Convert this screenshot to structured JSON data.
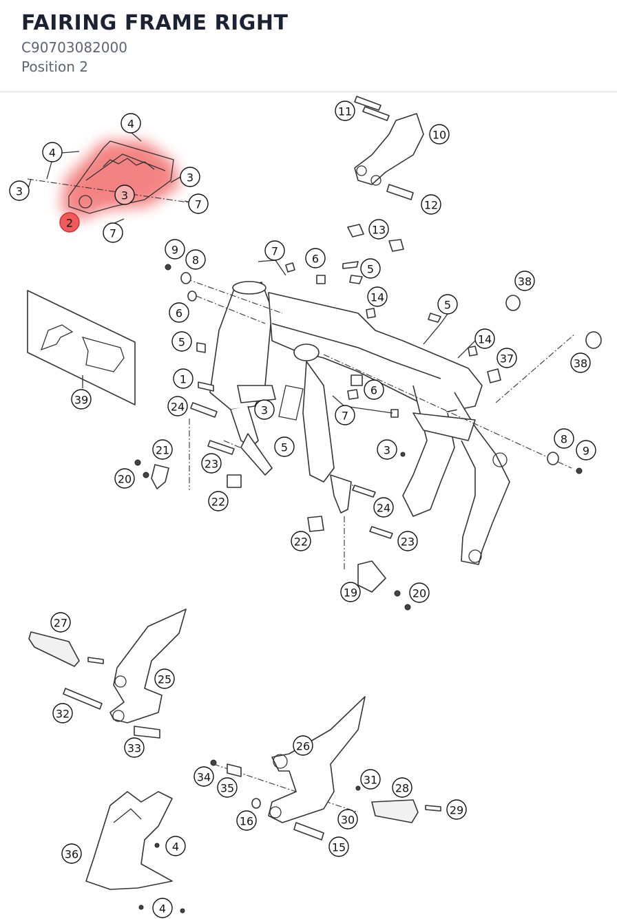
{
  "header": {
    "title": "FAIRING FRAME RIGHT",
    "part_number": "C90703082000",
    "position_label": "Position 2"
  },
  "highlight_color": "#f05a5a",
  "callouts": [
    {
      "id": "c-4a",
      "label": "4"
    },
    {
      "id": "c-4b",
      "label": "4"
    },
    {
      "id": "c-3a",
      "label": "3"
    },
    {
      "id": "c-3b",
      "label": "3"
    },
    {
      "id": "c-3c",
      "label": "3"
    },
    {
      "id": "c-2",
      "label": "2",
      "highlighted": true
    },
    {
      "id": "c-7a",
      "label": "7"
    },
    {
      "id": "c-7b",
      "label": "7"
    },
    {
      "id": "c-11",
      "label": "11"
    },
    {
      "id": "c-10",
      "label": "10"
    },
    {
      "id": "c-12",
      "label": "12"
    },
    {
      "id": "c-13",
      "label": "13"
    },
    {
      "id": "c-9a",
      "label": "9"
    },
    {
      "id": "c-8a",
      "label": "8"
    },
    {
      "id": "c-7c",
      "label": "7"
    },
    {
      "id": "c-6a",
      "label": "6"
    },
    {
      "id": "c-5a",
      "label": "5"
    },
    {
      "id": "c-38a",
      "label": "38"
    },
    {
      "id": "c-14a",
      "label": "14"
    },
    {
      "id": "c-6b",
      "label": "6"
    },
    {
      "id": "c-5b",
      "label": "5"
    },
    {
      "id": "c-5c",
      "label": "5"
    },
    {
      "id": "c-14b",
      "label": "14"
    },
    {
      "id": "c-37",
      "label": "37"
    },
    {
      "id": "c-38b",
      "label": "38"
    },
    {
      "id": "c-1",
      "label": "1"
    },
    {
      "id": "c-6c",
      "label": "6"
    },
    {
      "id": "c-39",
      "label": "39"
    },
    {
      "id": "c-24a",
      "label": "24"
    },
    {
      "id": "c-3d",
      "label": "3"
    },
    {
      "id": "c-7d",
      "label": "7"
    },
    {
      "id": "c-5d",
      "label": "5"
    },
    {
      "id": "c-21",
      "label": "21"
    },
    {
      "id": "c-23a",
      "label": "23"
    },
    {
      "id": "c-3e",
      "label": "3"
    },
    {
      "id": "c-8b",
      "label": "8"
    },
    {
      "id": "c-9b",
      "label": "9"
    },
    {
      "id": "c-20a",
      "label": "20"
    },
    {
      "id": "c-22a",
      "label": "22"
    },
    {
      "id": "c-24b",
      "label": "24"
    },
    {
      "id": "c-22b",
      "label": "22"
    },
    {
      "id": "c-23b",
      "label": "23"
    },
    {
      "id": "c-19",
      "label": "19"
    },
    {
      "id": "c-20b",
      "label": "20"
    },
    {
      "id": "c-27",
      "label": "27"
    },
    {
      "id": "c-25",
      "label": "25"
    },
    {
      "id": "c-32",
      "label": "32"
    },
    {
      "id": "c-33",
      "label": "33"
    },
    {
      "id": "c-26",
      "label": "26"
    },
    {
      "id": "c-31",
      "label": "31"
    },
    {
      "id": "c-34",
      "label": "34"
    },
    {
      "id": "c-35",
      "label": "35"
    },
    {
      "id": "c-28",
      "label": "28"
    },
    {
      "id": "c-29",
      "label": "29"
    },
    {
      "id": "c-16",
      "label": "16"
    },
    {
      "id": "c-30",
      "label": "30"
    },
    {
      "id": "c-15",
      "label": "15"
    },
    {
      "id": "c-36",
      "label": "36"
    },
    {
      "id": "c-4c",
      "label": "4"
    },
    {
      "id": "c-4d",
      "label": "4"
    }
  ]
}
